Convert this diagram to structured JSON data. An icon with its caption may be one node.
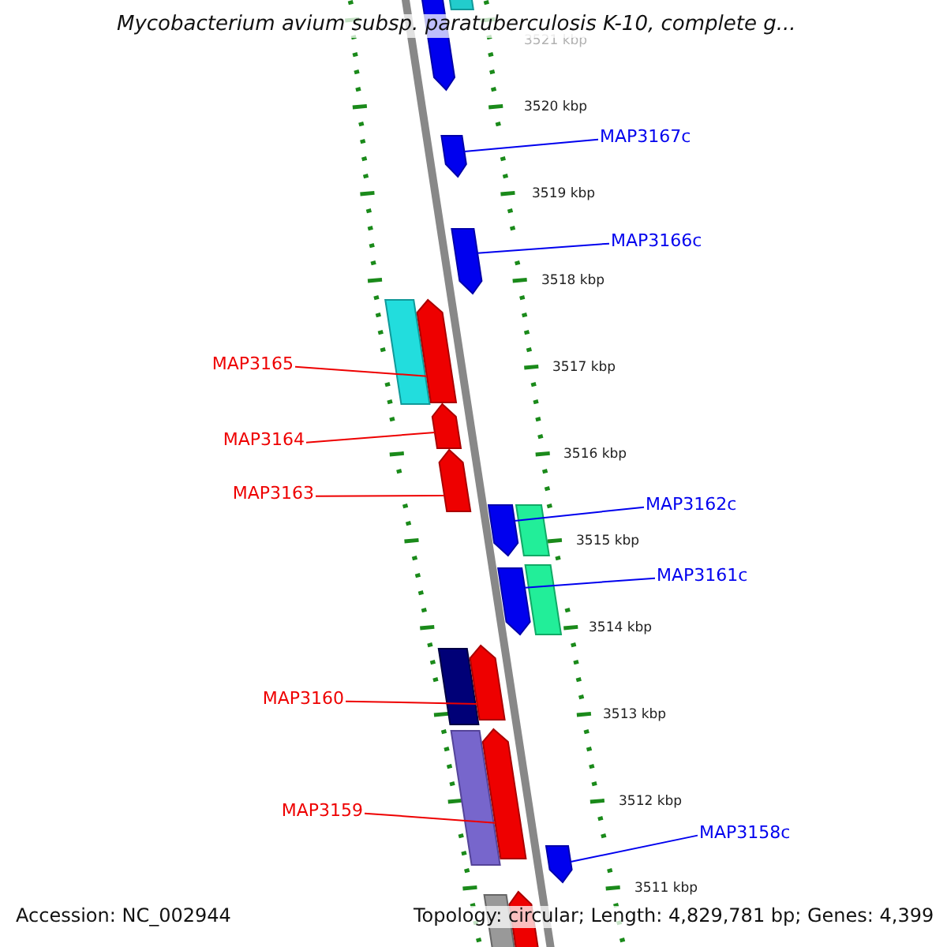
{
  "diagram": {
    "title": "Mycobacterium avium subsp. paratuberculosis K-10, complete g...",
    "nodes": [
      {
        "text": [],
        "shape": "bar"
      },
      {
        "text": [],
        "shape": "bar"
      },
      {
        "text": [
          "MAP3167c"
        ]
      },
      {
        "text": [],
        "shape": "bar"
      },
      {
        "text": [
          "MAP3166c"
        ]
      },
      {
        "text": [],
        "shape": "bar"
      },
      {
        "text": [],
        "shape": "bar"
      },
      {
        "text": [
          "MAP3165"
        ]
      },
      {
        "text": [],
        "shape": "bar"
      },
      {
        "text": [
          "MAP3164"
        ]
      },
      {
        "text": [],
        "shape": "bar"
      },
      {
        "text": [
          "MAP3163"
        ]
      },
      {
        "text": [],
        "shape": "bar"
      },
      {
        "text": [
          "MAP3162c"
        ]
      },
      {
        "text": [],
        "shape": "bar"
      },
      {
        "text": [],
        "shape": "bar"
      },
      {
        "text": [
          "MAP3161c"
        ]
      },
      {
        "text": [],
        "shape": "bar"
      },
      {
        "text": [],
        "shape": "bar"
      },
      {
        "text": [],
        "shape": "bar"
      },
      {
        "text": [
          "MAP3160"
        ]
      },
      {
        "text": [],
        "shape": "bar"
      },
      {
        "text": [],
        "shape": "bar"
      },
      {
        "text": [
          "MAP3159"
        ]
      },
      {
        "text": [],
        "shape": "bar"
      },
      {
        "text": [
          "MAP3158c"
        ]
      },
      {
        "text": [],
        "shape": "bar"
      },
      {
        "text": [],
        "shape": "bar"
      },
      {
        "text": [],
        "shape": "bar"
      }
    ],
    "edges": [
      {
        "from": 2,
        "to": 3,
        "arrow": "none",
        "color": "#0000ee"
      },
      {
        "from": 4,
        "to": 5,
        "arrow": "none",
        "color": "#0000ee"
      },
      {
        "from": 7,
        "to": 8,
        "arrow": "none",
        "color": "#ee0000"
      },
      {
        "from": 9,
        "to": 10,
        "arrow": "none",
        "color": "#ee0000"
      },
      {
        "from": 11,
        "to": 12,
        "arrow": "none",
        "color": "#ee0000"
      },
      {
        "from": 13,
        "to": 14,
        "arrow": "none",
        "color": "#0000ee"
      },
      {
        "from": 16,
        "to": 17,
        "arrow": "none",
        "color": "#0000ee"
      },
      {
        "from": 20,
        "to": 21,
        "arrow": "none",
        "color": "#ee0000"
      },
      {
        "from": 23,
        "to": 24,
        "arrow": "none",
        "color": "#ee0000"
      },
      {
        "from": 25,
        "to": 26,
        "arrow": "none",
        "color": "#0000ee"
      }
    ],
    "labels": [
      "3521 kbp",
      "3520 kbp",
      "3519 kbp",
      "3518 kbp",
      "3517 kbp",
      "3516 kbp",
      "3515 kbp",
      "3514 kbp",
      "3513 kbp",
      "3512 kbp",
      "3511 kbp",
      "Accession: NC_002944",
      "Topology: circular; Length: 4,829,781 bp; Genes: 4,399"
    ]
  }
}
